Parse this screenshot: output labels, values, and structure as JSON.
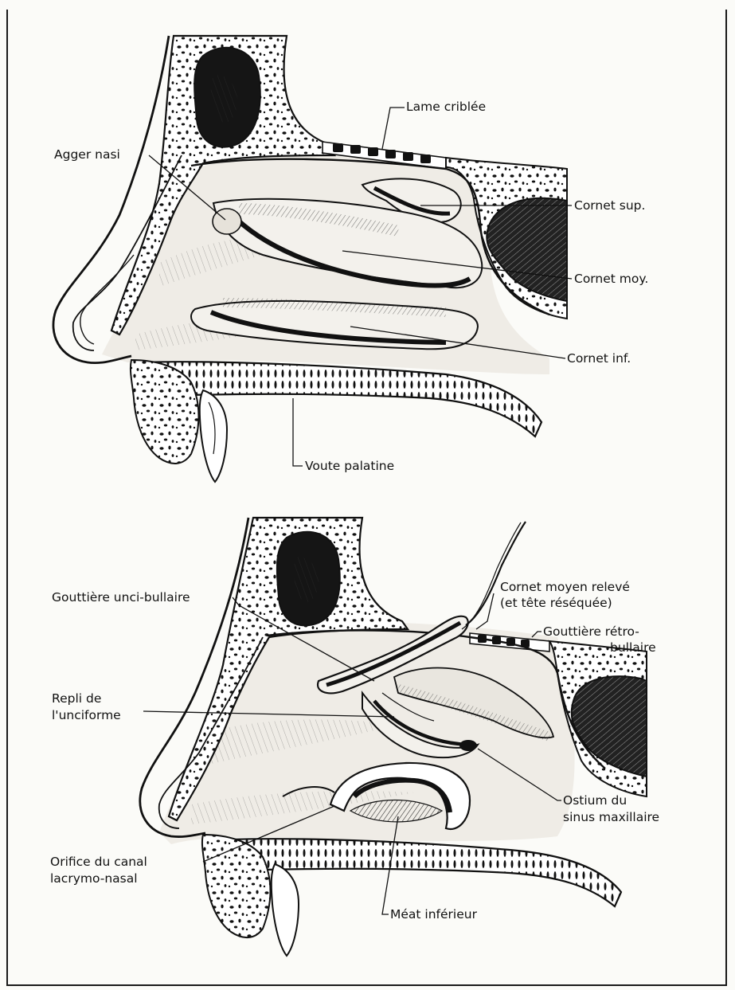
{
  "colors": {
    "ink": "#111111",
    "paper": "#fbfbf8",
    "tissue": "#e9e6df",
    "bone": "#ffffff"
  },
  "top_figure": {
    "labels": {
      "lame_criblee": "Lame criblée",
      "agger_nasi": "Agger nasi",
      "cornet_sup": "Cornet sup.",
      "cornet_moy": "Cornet moy.",
      "cornet_inf": "Cornet inf.",
      "voute_palatine": "Voute palatine"
    }
  },
  "bottom_figure": {
    "labels": {
      "cornet_moyen_releve_1": "Cornet moyen relevé",
      "cornet_moyen_releve_2": "(et tête réséquée)",
      "gouttiere_unci_bullaire": "Gouttière unci-bullaire",
      "gouttiere_retro_1": "Gouttière rétro-",
      "gouttiere_retro_2": "bullaire",
      "repli_1": "Repli de",
      "repli_2": "l'unciforme",
      "ostium_1": "Ostium  du",
      "ostium_2": "sinus maxillaire",
      "orifice_1": "Orifice du canal",
      "orifice_2": "lacrymo-nasal",
      "meat_inferieur": "Méat inférieur"
    }
  }
}
